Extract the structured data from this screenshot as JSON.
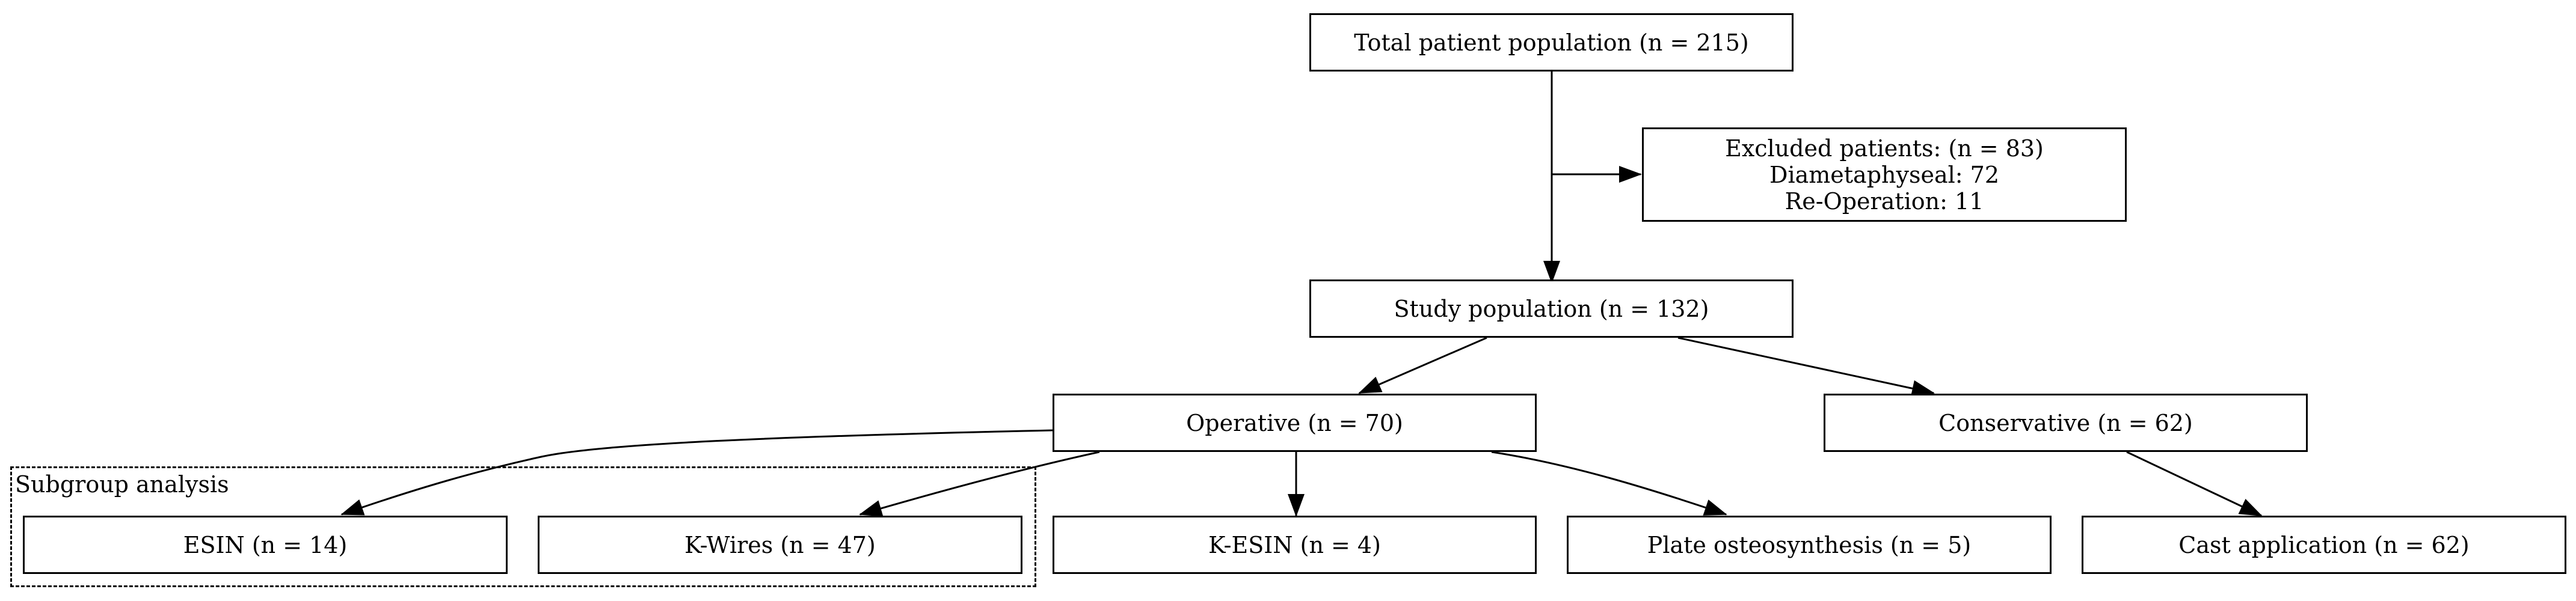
{
  "nodes": {
    "total": "Total patient population (n = 215)",
    "excluded": {
      "line1": "Excluded patients: (n = 83)",
      "line2": "Diametaphyseal: 72",
      "line3": "Re-Operation: 11"
    },
    "study": "Study population (n = 132)",
    "operative": "Operative (n = 70)",
    "conservative": "Conservative (n = 62)",
    "esin": "ESIN (n = 14)",
    "kwires": "K-Wires (n = 47)",
    "kesin": "K-ESIN (n = 4)",
    "plate": "Plate osteosynthesis (n = 5)",
    "cast": "Cast application (n = 62)"
  },
  "subgroup": {
    "label": "Subgroup analysis"
  },
  "colors": {
    "stroke": "#000000",
    "background": "#ffffff"
  }
}
